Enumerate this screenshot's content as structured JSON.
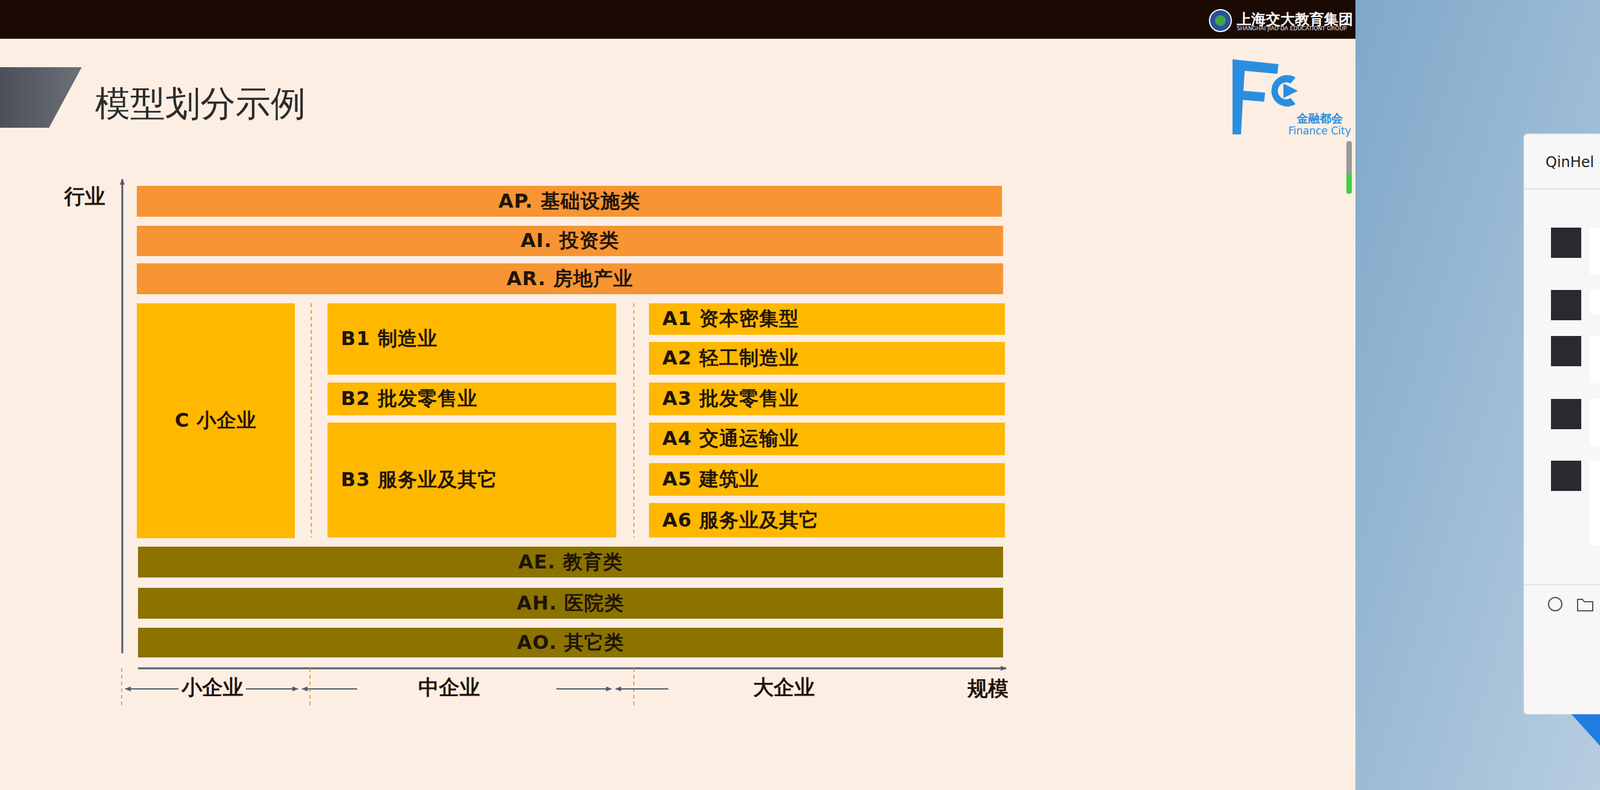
{
  "diagram": {
    "title": "模型划分示例",
    "nodes": [
      {
        "text": [
          "AP. 基础设施类"
        ]
      },
      {
        "text": [
          "AI. 投资类"
        ]
      },
      {
        "text": [
          "AR. 房地产业"
        ]
      },
      {
        "text": [
          "C 小企业"
        ]
      },
      {
        "text": [
          "B1 制造业"
        ]
      },
      {
        "text": [
          "B2 批发零售业"
        ]
      },
      {
        "text": [
          "B3 服务业及其它"
        ]
      },
      {
        "text": [
          "A1 资本密集型"
        ]
      },
      {
        "text": [
          "A2 轻工制造业"
        ]
      },
      {
        "text": [
          "A3 批发零售业"
        ]
      },
      {
        "text": [
          "A4 交通运输业"
        ]
      },
      {
        "text": [
          "A5 建筑业"
        ]
      },
      {
        "text": [
          "A6 服务业及其它"
        ]
      },
      {
        "text": [
          "AE. 教育类"
        ]
      },
      {
        "text": [
          "AH. 医院类"
        ]
      },
      {
        "text": [
          "AO. 其它类"
        ]
      }
    ],
    "labels": [
      "上海交大教育集团",
      "SHANGHAI JIAO DA EDUCATIONT GROUP",
      "金融都会",
      "Finance City",
      "行业",
      "小企业",
      "中企业",
      "大企业",
      "规模",
      "QinHel"
    ]
  }
}
